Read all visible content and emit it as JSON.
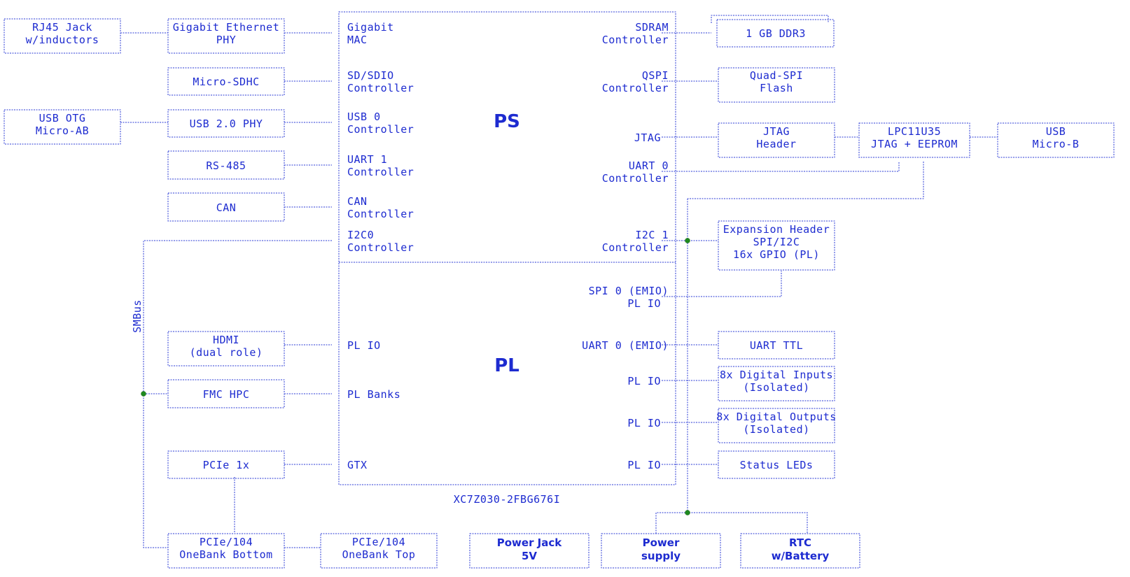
{
  "colors": {
    "line": "#2b3bd6",
    "text": "#1d2bd0",
    "junction": "#1f8a1f"
  },
  "chip": {
    "ps_title": "PS",
    "pl_title": "PL",
    "part_number": "XC7Z030-2FBG676I"
  },
  "ps_left_ports": [
    [
      "Gigabit",
      "MAC"
    ],
    [
      "SD/SDIO",
      "Controller"
    ],
    [
      "USB 0",
      "Controller"
    ],
    [
      "UART 1",
      "Controller"
    ],
    [
      "CAN",
      "Controller"
    ],
    [
      "I2C0",
      "Controller"
    ]
  ],
  "ps_right_ports": [
    [
      "SDRAM",
      "Controller"
    ],
    [
      "QSPI",
      "Controller"
    ],
    [
      "JTAG"
    ],
    [
      "UART 0",
      "Controller"
    ],
    [
      "I2C 1",
      "Controller"
    ]
  ],
  "pl_left_ports": [
    [
      "PL IO"
    ],
    [
      "PL Banks"
    ],
    [
      "GTX"
    ]
  ],
  "pl_right_ports": [
    [
      "SPI 0 (EMIO)",
      "PL IO"
    ],
    [
      "UART 0 (EMIO)"
    ],
    [
      "PL IO"
    ],
    [
      "PL IO"
    ],
    [
      "PL IO"
    ]
  ],
  "left_blocks": [
    [
      "RJ45 Jack",
      "w/inductors"
    ],
    [
      "Gigabit Ethernet",
      "PHY"
    ],
    [
      "Micro-SDHC"
    ],
    [
      "USB OTG",
      "Micro-AB"
    ],
    [
      "USB 2.0 PHY"
    ],
    [
      "RS-485"
    ],
    [
      "CAN"
    ],
    [
      "HDMI",
      "(dual role)"
    ],
    [
      "FMC HPC"
    ],
    [
      "PCIe 1x"
    ],
    [
      "PCIe/104",
      "OneBank Bottom"
    ],
    [
      "PCIe/104",
      "OneBank Top"
    ]
  ],
  "right_blocks": [
    [
      "1 GB DDR3"
    ],
    [
      "Quad-SPI",
      "Flash"
    ],
    [
      "JTAG",
      "Header"
    ],
    [
      "LPC11U35",
      "JTAG + EEPROM"
    ],
    [
      "USB",
      "Micro-B"
    ],
    [
      "Expansion Header",
      "SPI/I2C",
      "16x GPIO (PL)"
    ],
    [
      "UART TTL"
    ],
    [
      "8x Digital Inputs",
      "(Isolated)"
    ],
    [
      "8x Digital Outputs",
      "(Isolated)"
    ],
    [
      "Status LEDs"
    ]
  ],
  "bottom_blocks": [
    [
      "Power Jack",
      "5V"
    ],
    [
      "Power",
      "supply"
    ],
    [
      "RTC",
      "w/Battery"
    ]
  ],
  "bus_label": "SMBus"
}
